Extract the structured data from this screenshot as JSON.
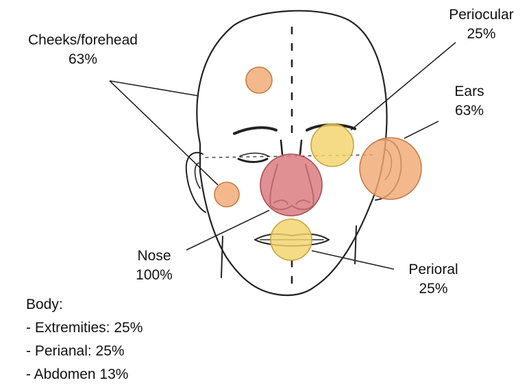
{
  "colors": {
    "orange": "#f2a874",
    "orange_stroke": "#c87a45",
    "yellow": "#f3d36a",
    "yellow_stroke": "#c8a43a",
    "red": "#d9787a",
    "red_stroke": "#a84e52",
    "ink": "#222222"
  },
  "regions": [
    {
      "id": "cheeks-forehead",
      "name": "Cheeks/forehead",
      "value": "63%",
      "color": "orange"
    },
    {
      "id": "periocular",
      "name": "Periocular",
      "value": "25%",
      "color": "yellow"
    },
    {
      "id": "ears",
      "name": "Ears",
      "value": "63%",
      "color": "orange"
    },
    {
      "id": "nose",
      "name": "Nose",
      "value": "100%",
      "color": "red"
    },
    {
      "id": "perioral",
      "name": "Perioral",
      "value": "25%",
      "color": "yellow"
    }
  ],
  "body": {
    "title": "Body:",
    "items": [
      "- Extremities: 25%",
      "- Perianal: 25%",
      "- Abdomen 13%"
    ]
  }
}
